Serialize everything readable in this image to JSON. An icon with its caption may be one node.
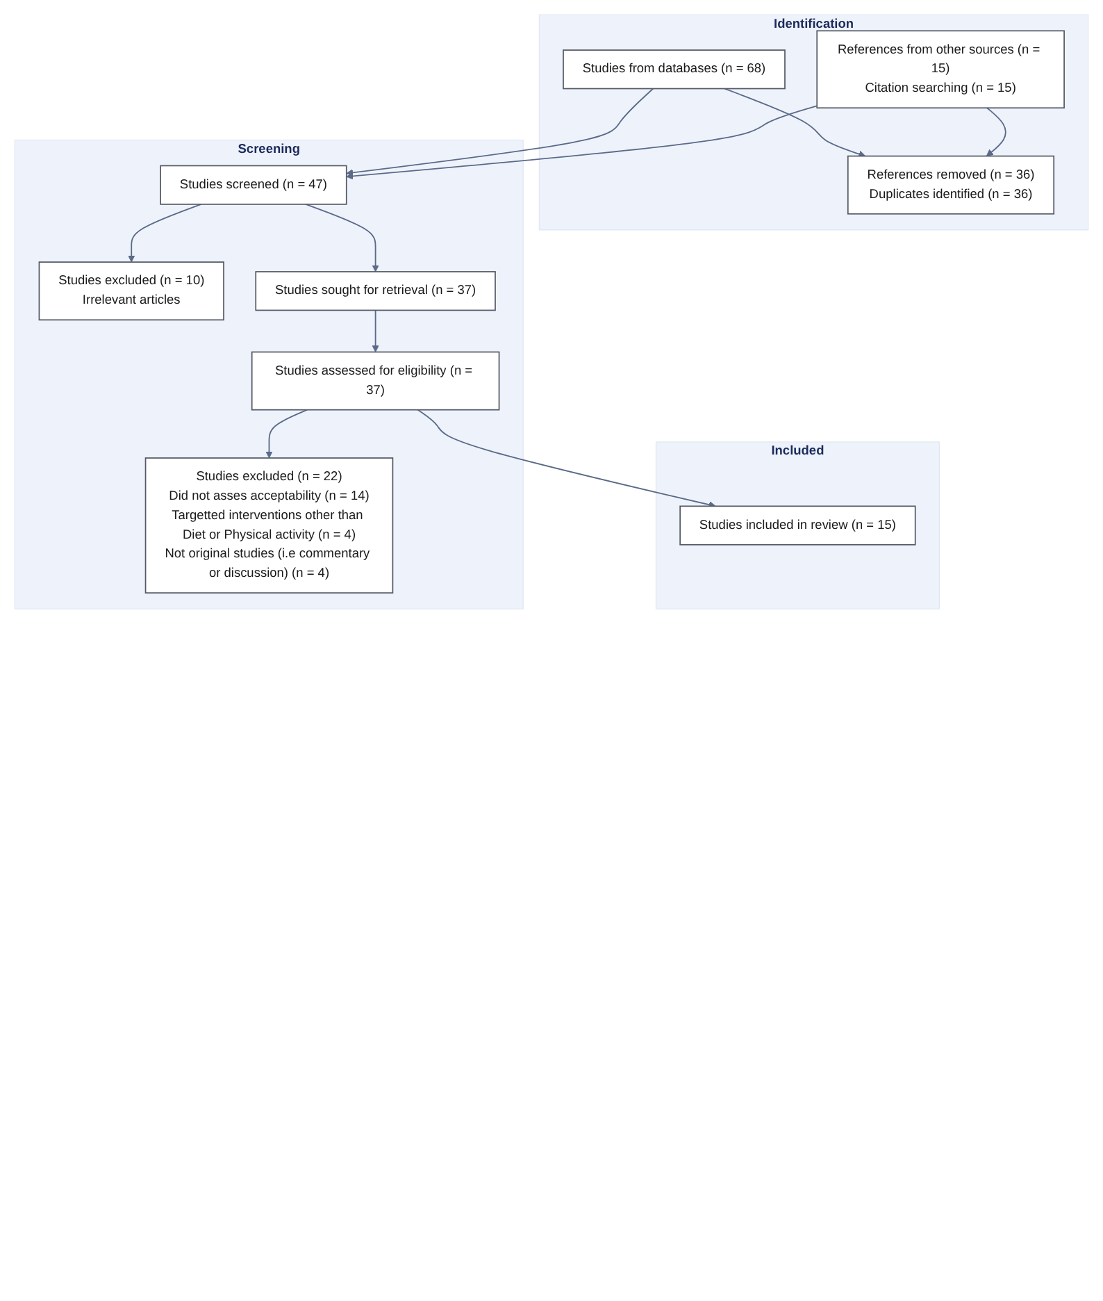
{
  "diagram": {
    "nodes": [
      {
        "text": [
          "Identification"
        ]
      },
      {
        "text": [
          "Studies from databases (n = 68)"
        ],
        "in": 0
      },
      {
        "text": [
          "References from other sources (n = 15)",
          "Citation searching (n = 15)"
        ],
        "in": 0
      },
      {
        "text": [
          "References removed (n = 36)",
          "Duplicates identified (n = 36)"
        ],
        "in": 0
      },
      {
        "text": [
          "Screening"
        ]
      },
      {
        "text": [
          "Studies screened (n = 47)"
        ],
        "in": 4
      },
      {
        "text": [
          "Studies excluded (n = 10)",
          "Irrelevant articles"
        ],
        "in": 4
      },
      {
        "text": [
          "Studies sought for retrieval (n = 37)"
        ],
        "in": 4
      },
      {
        "text": [
          "Studies assessed for eligibility (n = 37)"
        ],
        "in": 4
      },
      {
        "text": [
          "Studies excluded (n = 22)",
          "Did not asses acceptability (n = 14)",
          "Targetted interventions other than Diet or Physical activity (n = 4)",
          "Not original studies (i.e commentary or discussion) (n = 4)"
        ],
        "in": 4
      },
      {
        "text": [
          "Included"
        ]
      },
      {
        "text": [
          "Studies included in review (n = 15)"
        ],
        "in": 10
      }
    ],
    "edges": [
      {
        "from": 1,
        "to": 3,
        "arrow": "to"
      },
      {
        "from": 2,
        "to": 3,
        "arrow": "to"
      },
      {
        "from": 1,
        "to": 5,
        "arrow": "to"
      },
      {
        "from": 2,
        "to": 5,
        "arrow": "to"
      },
      {
        "from": 5,
        "to": 6,
        "arrow": "to"
      },
      {
        "from": 5,
        "to": 7,
        "arrow": "to"
      },
      {
        "from": 7,
        "to": 8,
        "arrow": "to"
      },
      {
        "from": 8,
        "to": 9,
        "arrow": "to"
      },
      {
        "from": 8,
        "to": 11,
        "arrow": "to"
      }
    ]
  }
}
